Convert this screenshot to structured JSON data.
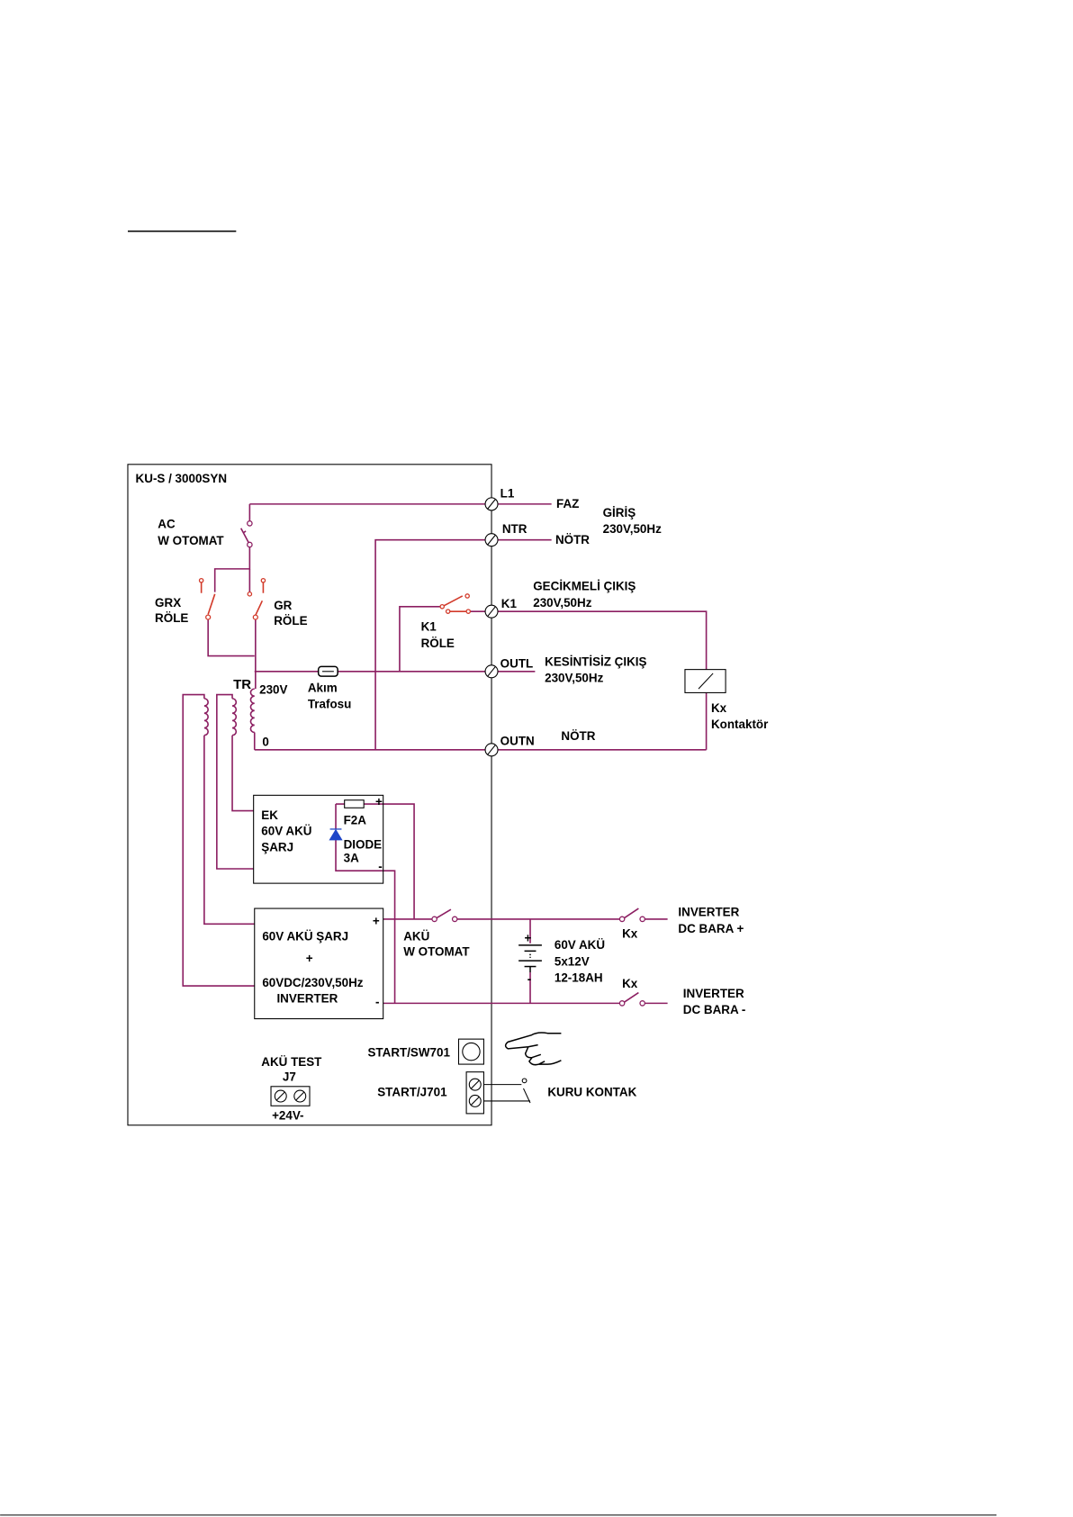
{
  "colors": {
    "wire": "#8c1f62",
    "relay_contact": "#d23a2a",
    "diode": "#1f46c8",
    "ink": "#000000",
    "background": "#ffffff"
  },
  "diagram": {
    "title": "KU-S / 3000SYN",
    "input": {
      "l1": "L1",
      "faz": "FAZ",
      "ntr": "NTR",
      "notr": "NÖTR",
      "title": "GİRİŞ",
      "rating": "230V,50Hz"
    },
    "ac_breaker": {
      "line1": "AC",
      "line2": "W OTOMAT"
    },
    "grx_relay": {
      "line1": "GRX",
      "line2": "RÖLE"
    },
    "gr_relay": {
      "line1": "GR",
      "line2": "RÖLE"
    },
    "k1_relay": {
      "line1": "K1",
      "line2": "RÖLE"
    },
    "delayed_output": {
      "terminal": "K1",
      "title": "GECİKMELİ ÇIKIŞ",
      "rating": "230V,50Hz"
    },
    "ups_output": {
      "terminal": "OUTL",
      "title": "KESİNTİSİZ ÇIKIŞ",
      "rating": "230V,50Hz"
    },
    "neutral_output": {
      "terminal": "OUTN",
      "label": "NÖTR"
    },
    "transformer": {
      "name": "TR",
      "primary_top": "230V",
      "primary_bottom": "0"
    },
    "current_transformer": {
      "line1": "Akım",
      "line2": "Trafosu"
    },
    "contactor": {
      "line1": "Kx",
      "line2": "Kontaktör"
    },
    "ek_charger": {
      "line1": "EK",
      "line2": "60V AKÜ",
      "line3": "ŞARJ",
      "plus": "+",
      "minus": "-",
      "fuse": "F2A",
      "diode_line1": "DIODE",
      "diode_line2": "3A"
    },
    "charger_inverter": {
      "line1": "60V AKÜ ŞARJ",
      "line2": "+",
      "line3": "60VDC/230V,50Hz",
      "line4": "INVERTER",
      "plus": "+",
      "minus": "-"
    },
    "battery_breaker": {
      "line1": "AKÜ",
      "line2": "W OTOMAT"
    },
    "battery": {
      "plus": "+",
      "minus": "-",
      "line1": "60V AKÜ",
      "line2": "5x12V",
      "line3": "12-18AH"
    },
    "dc_bus_plus": {
      "switch": "Kx",
      "line1": "INVERTER",
      "line2": "DC BARA +"
    },
    "dc_bus_minus": {
      "switch": "Kx",
      "line1": "INVERTER",
      "line2": "DC BARA -"
    },
    "start_button": {
      "label": "START/SW701"
    },
    "start_connector": {
      "label": "START/J701",
      "contact": "KURU KONTAK"
    },
    "battery_test": {
      "line1": "AKÜ TEST",
      "line2": "J7",
      "polarity": "+24V-"
    }
  }
}
